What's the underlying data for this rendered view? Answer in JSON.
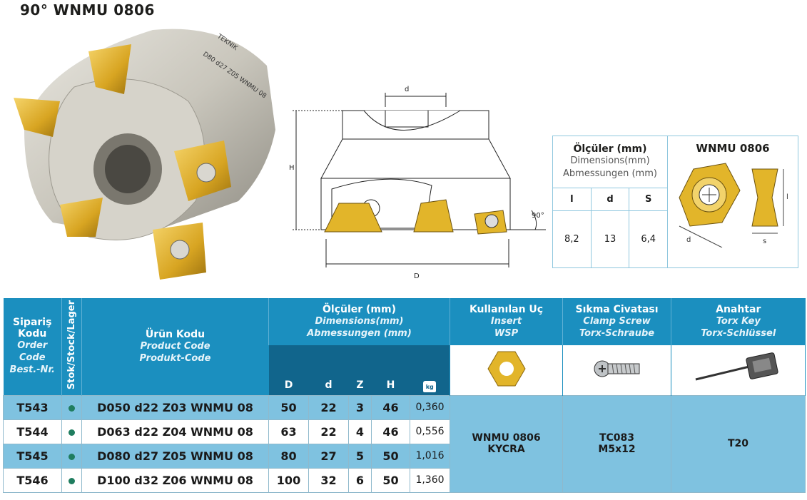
{
  "title": "90° WNMU 0806",
  "photo_marking": "D80 d27 Z05 WNMU 08",
  "brand": "TEKNIK",
  "drawing": {
    "label_d": "d",
    "label_H": "H",
    "label_D": "D",
    "angle": "90°"
  },
  "spec_box": {
    "title": "Ölçüler (mm)",
    "subtitle_en": "Dimensions(mm)",
    "subtitle_de": "Abmessungen (mm)",
    "columns": [
      "l",
      "d",
      "S"
    ],
    "values": [
      "8,2",
      "13",
      "6,4"
    ],
    "insert_title": "WNMU 0806",
    "insert_labels": {
      "d": "d",
      "l": "l",
      "s": "s"
    }
  },
  "table": {
    "order_code": {
      "tr": "Sipariş Kodu",
      "en": "Order Code",
      "de": "Best.-Nr."
    },
    "stock": {
      "tr": "Stok",
      "rest": "/Stock/Lager"
    },
    "product_code": {
      "tr": "Ürün Kodu",
      "en": "Product Code",
      "de": "Produkt-Code"
    },
    "dimensions": {
      "tr": "Ölçüler (mm)",
      "en": "Dimensions(mm)",
      "de": "Abmessungen (mm)"
    },
    "dim_columns": [
      "D",
      "d",
      "Z",
      "H"
    ],
    "insert": {
      "tr": "Kullanılan Uç",
      "en": "Insert",
      "de": "WSP"
    },
    "clamp": {
      "tr": "Sıkma Civatası",
      "en": "Clamp Screw",
      "de": "Torx-Schraube"
    },
    "key": {
      "tr": "Anahtar",
      "en": "Torx Key",
      "de": "Torx-Schlüssel"
    },
    "weight_unit": "kg",
    "rows": [
      {
        "order": "T543",
        "product": "D050 d22 Z03 WNMU 08",
        "D": "50",
        "d": "22",
        "Z": "3",
        "H": "46",
        "weight": "0,360"
      },
      {
        "order": "T544",
        "product": "D063 d22 Z04 WNMU 08",
        "D": "63",
        "d": "22",
        "Z": "4",
        "H": "46",
        "weight": "0,556"
      },
      {
        "order": "T545",
        "product": "D080 d27 Z05 WNMU 08",
        "D": "80",
        "d": "27",
        "Z": "5",
        "H": "50",
        "weight": "1,016"
      },
      {
        "order": "T546",
        "product": "D100 d32 Z06 WNMU 08",
        "D": "100",
        "d": "32",
        "Z": "6",
        "H": "50",
        "weight": "1,360"
      }
    ],
    "insert_value_1": "WNMU 0806",
    "insert_value_2": "KYCRA",
    "clamp_value_1": "TC083",
    "clamp_value_2": "M5x12",
    "key_value": "T20"
  }
}
